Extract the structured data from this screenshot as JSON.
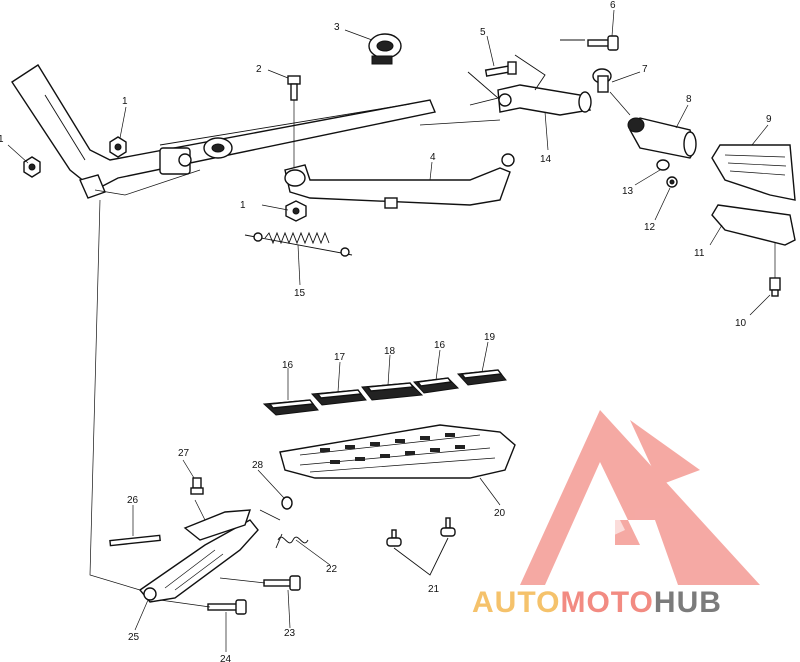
{
  "callouts": [
    "1",
    "1",
    "1",
    "2",
    "3",
    "4",
    "5",
    "6",
    "7",
    "8",
    "9",
    "10",
    "11",
    "12",
    "13",
    "14",
    "15",
    "16",
    "16",
    "17",
    "18",
    "19",
    "20",
    "21",
    "22",
    "23",
    "24",
    "25",
    "26",
    "27",
    "28"
  ],
  "watermark": {
    "part1": "AUTO",
    "part2": "MOTO",
    "part3": "HUB",
    "color_orange": "#f5c26b",
    "color_red": "#f28b82",
    "color_gray": "#7b7b7b",
    "logo_color": "#f4a09a"
  }
}
